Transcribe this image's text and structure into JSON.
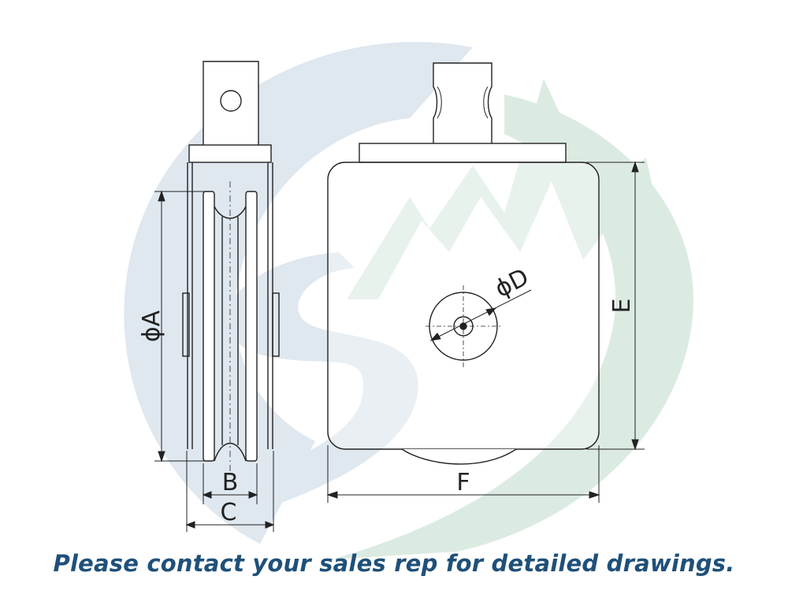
{
  "labels": {
    "dim_a": "ϕA",
    "dim_b": "B",
    "dim_c": "C",
    "dim_d": "ϕD",
    "dim_e": "E",
    "dim_f": "F"
  },
  "footer": {
    "note": "Please contact your sales rep for detailed drawings."
  },
  "colors": {
    "watermark_blue": "#dfe7ef",
    "watermark_green": "#dcebe2",
    "line": "#222222",
    "footer_text": "#1f5079"
  }
}
